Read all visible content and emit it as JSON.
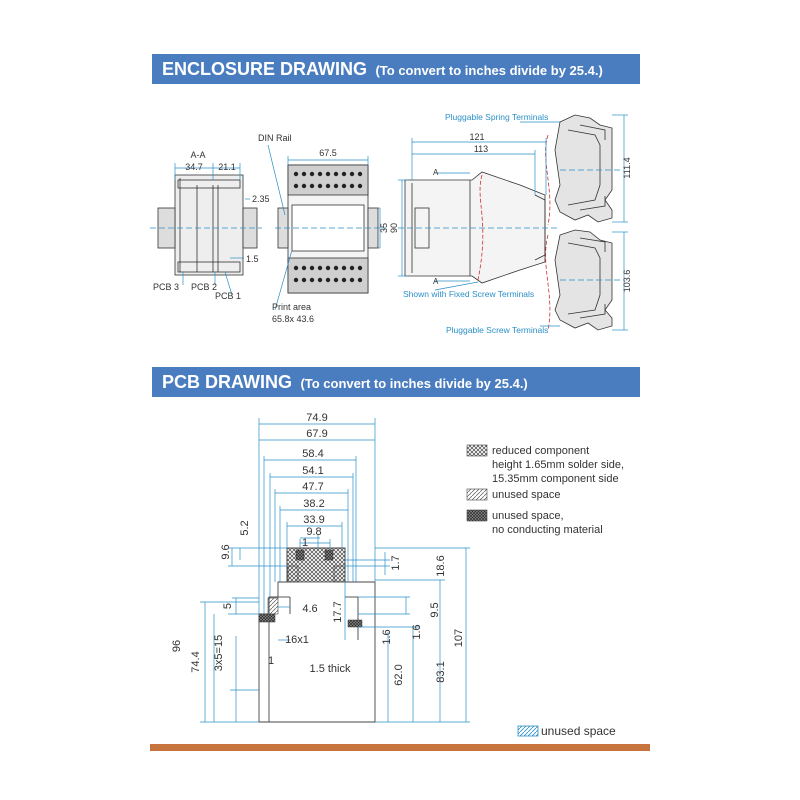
{
  "enclosure": {
    "title": "ENCLOSURE DRAWING",
    "subtitle": "(To convert to inches divide by 25.4.)",
    "section_label": "A-A",
    "dims": {
      "d34_7": "34.7",
      "d21_1": "21.1",
      "d2_35": "2.35",
      "d1_5": "1.5",
      "d67_5": "67.5",
      "d35": "35",
      "d121": "121",
      "d113": "113",
      "d90": "90",
      "d111_4": "111.4",
      "d103_6": "103.6"
    },
    "labels": {
      "din_rail": "DIN Rail",
      "pcb1": "PCB 1",
      "pcb2": "PCB 2",
      "pcb3": "PCB 3",
      "print_area_1": "Print area",
      "print_area_2": "65.8x 43.6",
      "spring": "Pluggable Spring Terminals",
      "fixed": "Shown with Fixed Screw Terminals",
      "screw": "Pluggable Screw Terminals",
      "a_mark": "A"
    }
  },
  "pcb": {
    "title": "PCB DRAWING",
    "subtitle": "(To convert to inches divide by 25.4.)",
    "dims": {
      "d74_9": "74.9",
      "d67_9": "67.9",
      "d58_4": "58.4",
      "d54_1": "54.1",
      "d47_7": "47.7",
      "d38_2": "38.2",
      "d33_9": "33.9",
      "d9_8": "9.8",
      "d5_2": "5.2",
      "d9_6": "9.6",
      "d1_top": "1",
      "d1_7": "1.7",
      "d18_6": "18.6",
      "d5": "5",
      "d4_6": "4.6",
      "d17_7": "17.7",
      "d9_5": "9.5",
      "d16x1": "16x1",
      "d1_6a": "1.6",
      "d1_6b": "1.6",
      "d96": "96",
      "d74_4": "74.4",
      "d3x5": "3x5=15",
      "d1_left": "1",
      "d62_0": "62.0",
      "d83_1": "83.1",
      "d107": "107",
      "thick": "1.5 thick"
    },
    "legend": [
      {
        "lines": [
          "reduced component",
          "height 1.65mm solder side,",
          "15.35mm component side"
        ]
      },
      {
        "lines": [
          "unused space"
        ]
      },
      {
        "lines": [
          "unused space,",
          "no conducting material"
        ]
      }
    ],
    "bottom_legend": "unused space"
  },
  "colors": {
    "banner": "#4a7dc0",
    "dimension": "#2a8fc7",
    "line": "#333333",
    "footer": "#c8743e",
    "red": "#d03030"
  }
}
